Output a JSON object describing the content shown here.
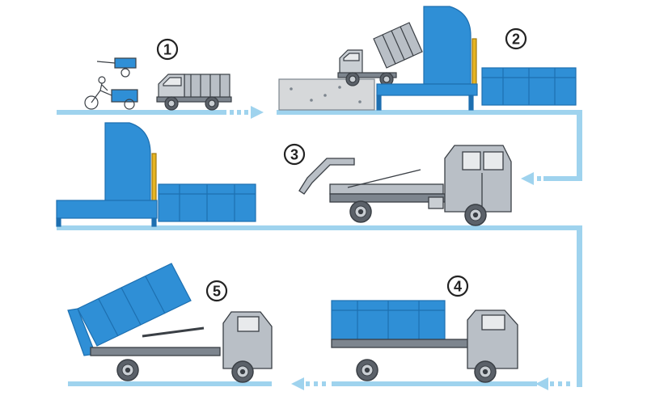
{
  "steps": [
    {
      "number": "1"
    },
    {
      "number": "2"
    },
    {
      "number": "3"
    },
    {
      "number": "4"
    },
    {
      "number": "5"
    }
  ],
  "colors": {
    "container_blue": "#2f8fd6",
    "container_blue_dark": "#1d6fb0",
    "flow_line": "#9fd3ee",
    "truck_grey": "#b9bfc6",
    "truck_grey_dark": "#7d858e",
    "platform_grey": "#d6d8da",
    "outline": "#3a3f45"
  },
  "icons": [
    "circled-number-icon",
    "flow-arrow-icon"
  ]
}
